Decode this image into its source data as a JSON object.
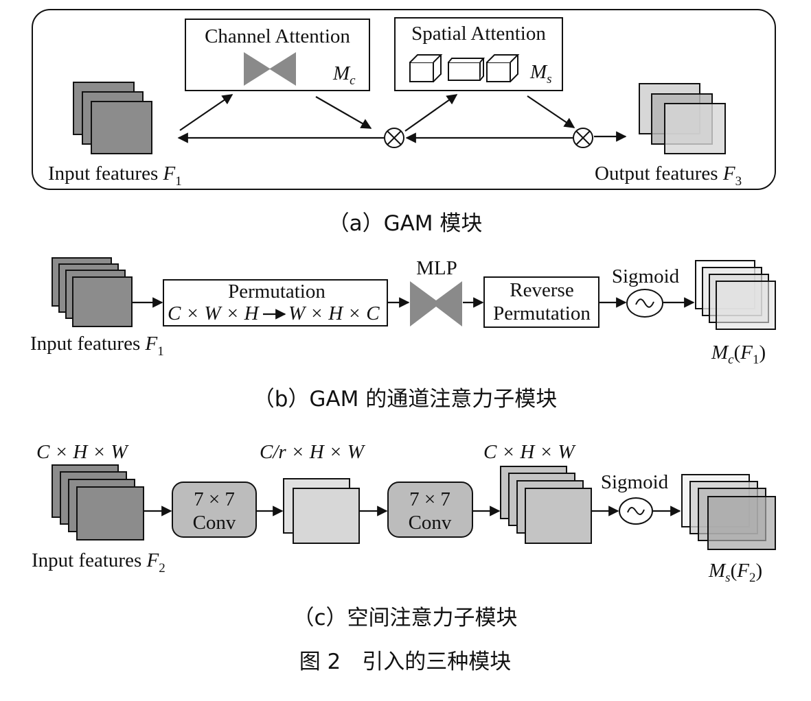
{
  "panel_a": {
    "channel_attention_title": "Channel Attention",
    "mc_symbol": "M",
    "mc_sub": "c",
    "spatial_attention_title": "Spatial Attention",
    "ms_symbol": "M",
    "ms_sub": "s",
    "input_label": "Input features ",
    "input_var": "F",
    "input_sub": "1",
    "output_label": "Output features ",
    "output_var": "F",
    "output_sub": "3",
    "multiply_symbol": "⊗",
    "caption": "（a）GAM 模块"
  },
  "panel_b": {
    "permutation_title": "Permutation",
    "permutation_from": "C × W × H",
    "permutation_to": "W × H × C",
    "mlp_label": "MLP",
    "reverse_line1": "Reverse",
    "reverse_line2": "Permutation",
    "sigmoid_label": "Sigmoid",
    "input_label": "Input features ",
    "input_var": "F",
    "input_sub": "1",
    "output_m": "M",
    "output_m_sub": "c",
    "output_open": "(",
    "output_var": "F",
    "output_var_sub": "1",
    "output_close": ")",
    "caption": "（b）GAM 的通道注意力子模块"
  },
  "panel_c": {
    "dim1": "C × H × W",
    "dim2": "C/r × H × W",
    "dim3": "C × H × W",
    "conv1_line1": "7 × 7",
    "conv1_line2": "Conv",
    "conv2_line1": "7 × 7",
    "conv2_line2": "Conv",
    "sigmoid_label": "Sigmoid",
    "input_label": "Input features ",
    "input_var": "F",
    "input_sub": "2",
    "output_m": "M",
    "output_m_sub": "s",
    "output_open": "(",
    "output_var": "F",
    "output_var_sub": "2",
    "output_close": ")",
    "caption": "（c）空间注意力子模块"
  },
  "figure_caption": "图 2　引入的三种模块",
  "colors": {
    "dark_feature": "#8c8c8c",
    "mid_feature": "#b5b5b5",
    "light_feature": "#d7d7d7",
    "bowtie": "#8a8a8a",
    "conv_box": "#bcbcbc",
    "stroke": "#111111"
  }
}
